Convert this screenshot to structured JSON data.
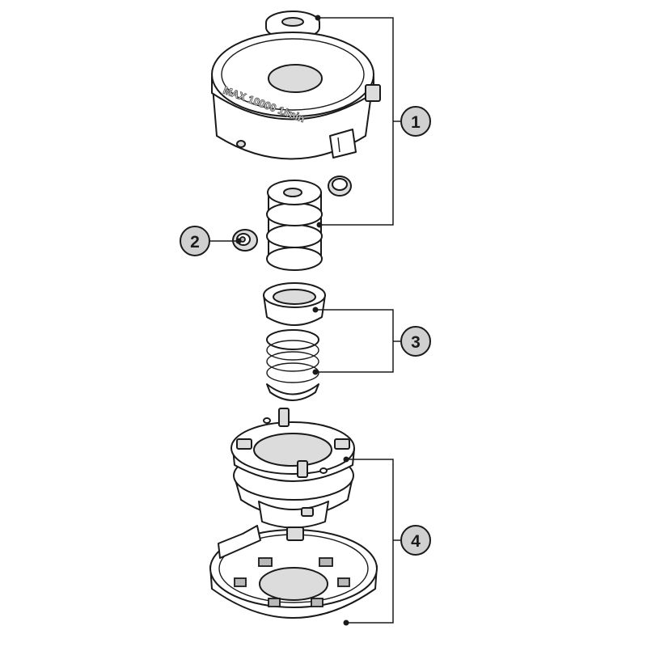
{
  "callouts": {
    "c1": "1",
    "c2": "2",
    "c3": "3",
    "c4": "4"
  },
  "cap_text": {
    "max_speed": "MAX 10000 1/min"
  },
  "colors": {
    "line": "#1a1a1a",
    "callout_fill": "#d0d0d0",
    "part_fill": "#ffffff"
  }
}
